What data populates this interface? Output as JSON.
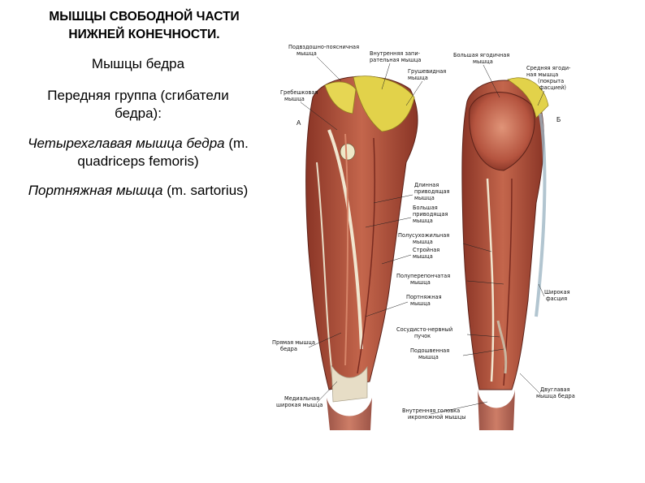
{
  "slide": {
    "title_line1": "МЫШЦЫ СВОБОДНОЙ ЧАСТИ",
    "title_line2": "НИЖНЕЙ КОНЕЧНОСТИ.",
    "p1": "Мышцы бедра",
    "p2_line1": "Передняя группа (сгибатели",
    "p2_line2": "бедра):",
    "p3_italic": "Четырехглавая мышца бедра",
    "p3_rest": " (m.",
    "p3_line2": "quadriceps femoris)",
    "p4_italic": "Портняжная мышца",
    "p4_rest": " (m. sartorius)"
  },
  "figure": {
    "view_a": "А",
    "view_b": "Б",
    "labels": {
      "iliopsoas": [
        "Подвздошно-поясничная",
        "мышца"
      ],
      "obturator_int": [
        "Внутренняя запи-",
        "рательная мышца"
      ],
      "gluteus_max": [
        "Большая ягодичная",
        "мышца"
      ],
      "piriformis": [
        "Грушевидная",
        "мышца"
      ],
      "gluteus_med": [
        "Средняя ягоди-",
        "ная мышца",
        "(покрыта",
        "фасцией)"
      ],
      "pectineus": [
        "Гребешковая",
        "мышца"
      ],
      "adductor_long": [
        "Длинная",
        "приводящая",
        "мышца"
      ],
      "adductor_mag": [
        "Большая",
        "приводящая",
        "мышца"
      ],
      "semitendinosus": [
        "Полусухожильная",
        "мышца"
      ],
      "gracilis": [
        "Стройная",
        "мышца"
      ],
      "semimembranosus": [
        "Полуперепончатая",
        "мышца"
      ],
      "sartorius": [
        "Портняжная",
        "мышца"
      ],
      "neurovascular": [
        "Сосудисто-нервный",
        "пучок"
      ],
      "plantaris": [
        "Подошвенная",
        "мышца"
      ],
      "fascia_lata": [
        "Широкая",
        "фасция"
      ],
      "rectus_femoris": [
        "Прямая мышца",
        "бедра"
      ],
      "biceps_femoris": [
        "Двуглавая",
        "мышца бедра"
      ],
      "vastus_medialis": [
        "Медиальная",
        "широкая мышца"
      ],
      "gastrocnemius": [
        "Внутренняя головка",
        "икроножной мышцы"
      ]
    }
  },
  "colors": {
    "muscle": "#b5543f",
    "muscle_dark": "#7e2f22",
    "tendon": "#e7ddc6",
    "bone": "#e9d64a",
    "fascia": "#9fb6c4"
  }
}
